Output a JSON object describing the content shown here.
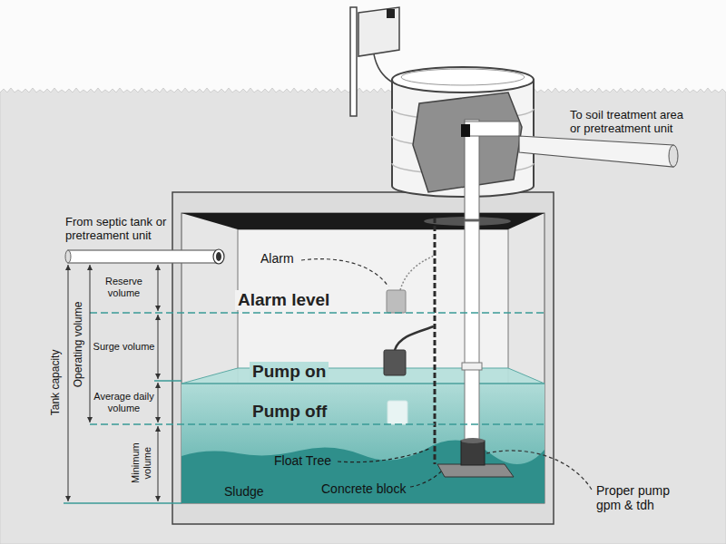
{
  "diagram": {
    "labels": [
      "To soil treatment area or pretreatment unit",
      "From septic tank or pretreament unit",
      "Alarm",
      "Reserve volume",
      "Alarm level",
      "Surge volume",
      "Pump on",
      "Tank capacity",
      "Operating volume",
      "Average daily volume",
      "Pump off",
      "Float Tree",
      "Minimum volume",
      "Proper pump gpm & tdh",
      "Sludge",
      "Concrete block"
    ]
  }
}
